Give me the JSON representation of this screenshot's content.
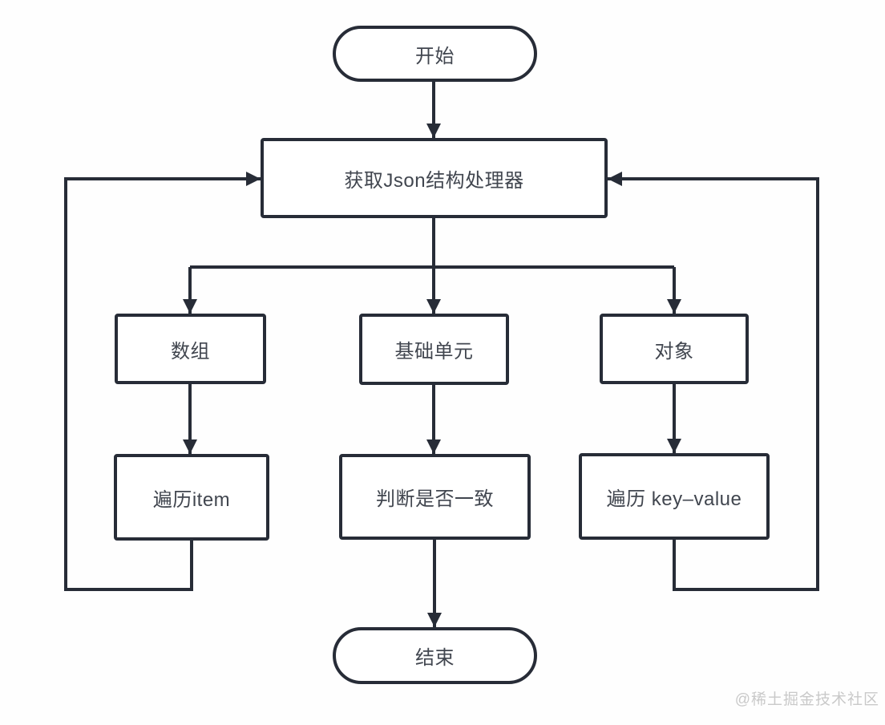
{
  "diagram": {
    "type": "flowchart",
    "nodes": {
      "start": {
        "label": "开始",
        "shape": "terminator"
      },
      "processor": {
        "label": "获取Json结构处理器",
        "shape": "process"
      },
      "array": {
        "label": "数组",
        "shape": "process"
      },
      "basic_unit": {
        "label": "基础单元",
        "shape": "process"
      },
      "object": {
        "label": "对象",
        "shape": "process"
      },
      "iterate_item": {
        "label": "遍历item",
        "shape": "process"
      },
      "judge_consistent": {
        "label": "判断是否一致",
        "shape": "process"
      },
      "iterate_key_value": {
        "label": "遍历 key–value",
        "shape": "process"
      },
      "end": {
        "label": "结束",
        "shape": "terminator"
      }
    },
    "edges": [
      {
        "from": "start",
        "to": "processor",
        "route": "straight-down"
      },
      {
        "from": "processor",
        "to": "array",
        "route": "branch-left"
      },
      {
        "from": "processor",
        "to": "basic_unit",
        "route": "straight-down"
      },
      {
        "from": "processor",
        "to": "object",
        "route": "branch-right"
      },
      {
        "from": "array",
        "to": "iterate_item",
        "route": "straight-down"
      },
      {
        "from": "basic_unit",
        "to": "judge_consistent",
        "route": "straight-down"
      },
      {
        "from": "object",
        "to": "iterate_key_value",
        "route": "straight-down"
      },
      {
        "from": "judge_consistent",
        "to": "end",
        "route": "straight-down"
      },
      {
        "from": "iterate_item",
        "to": "processor",
        "route": "loop-left"
      },
      {
        "from": "iterate_key_value",
        "to": "processor",
        "route": "loop-right"
      }
    ],
    "colors": {
      "stroke": "#272c37",
      "text": "#41464f",
      "background": "#fefefe",
      "node_fill": "#ffffff",
      "watermark": "#c9c9c9"
    },
    "watermark": "@稀土掘金技术社区"
  }
}
